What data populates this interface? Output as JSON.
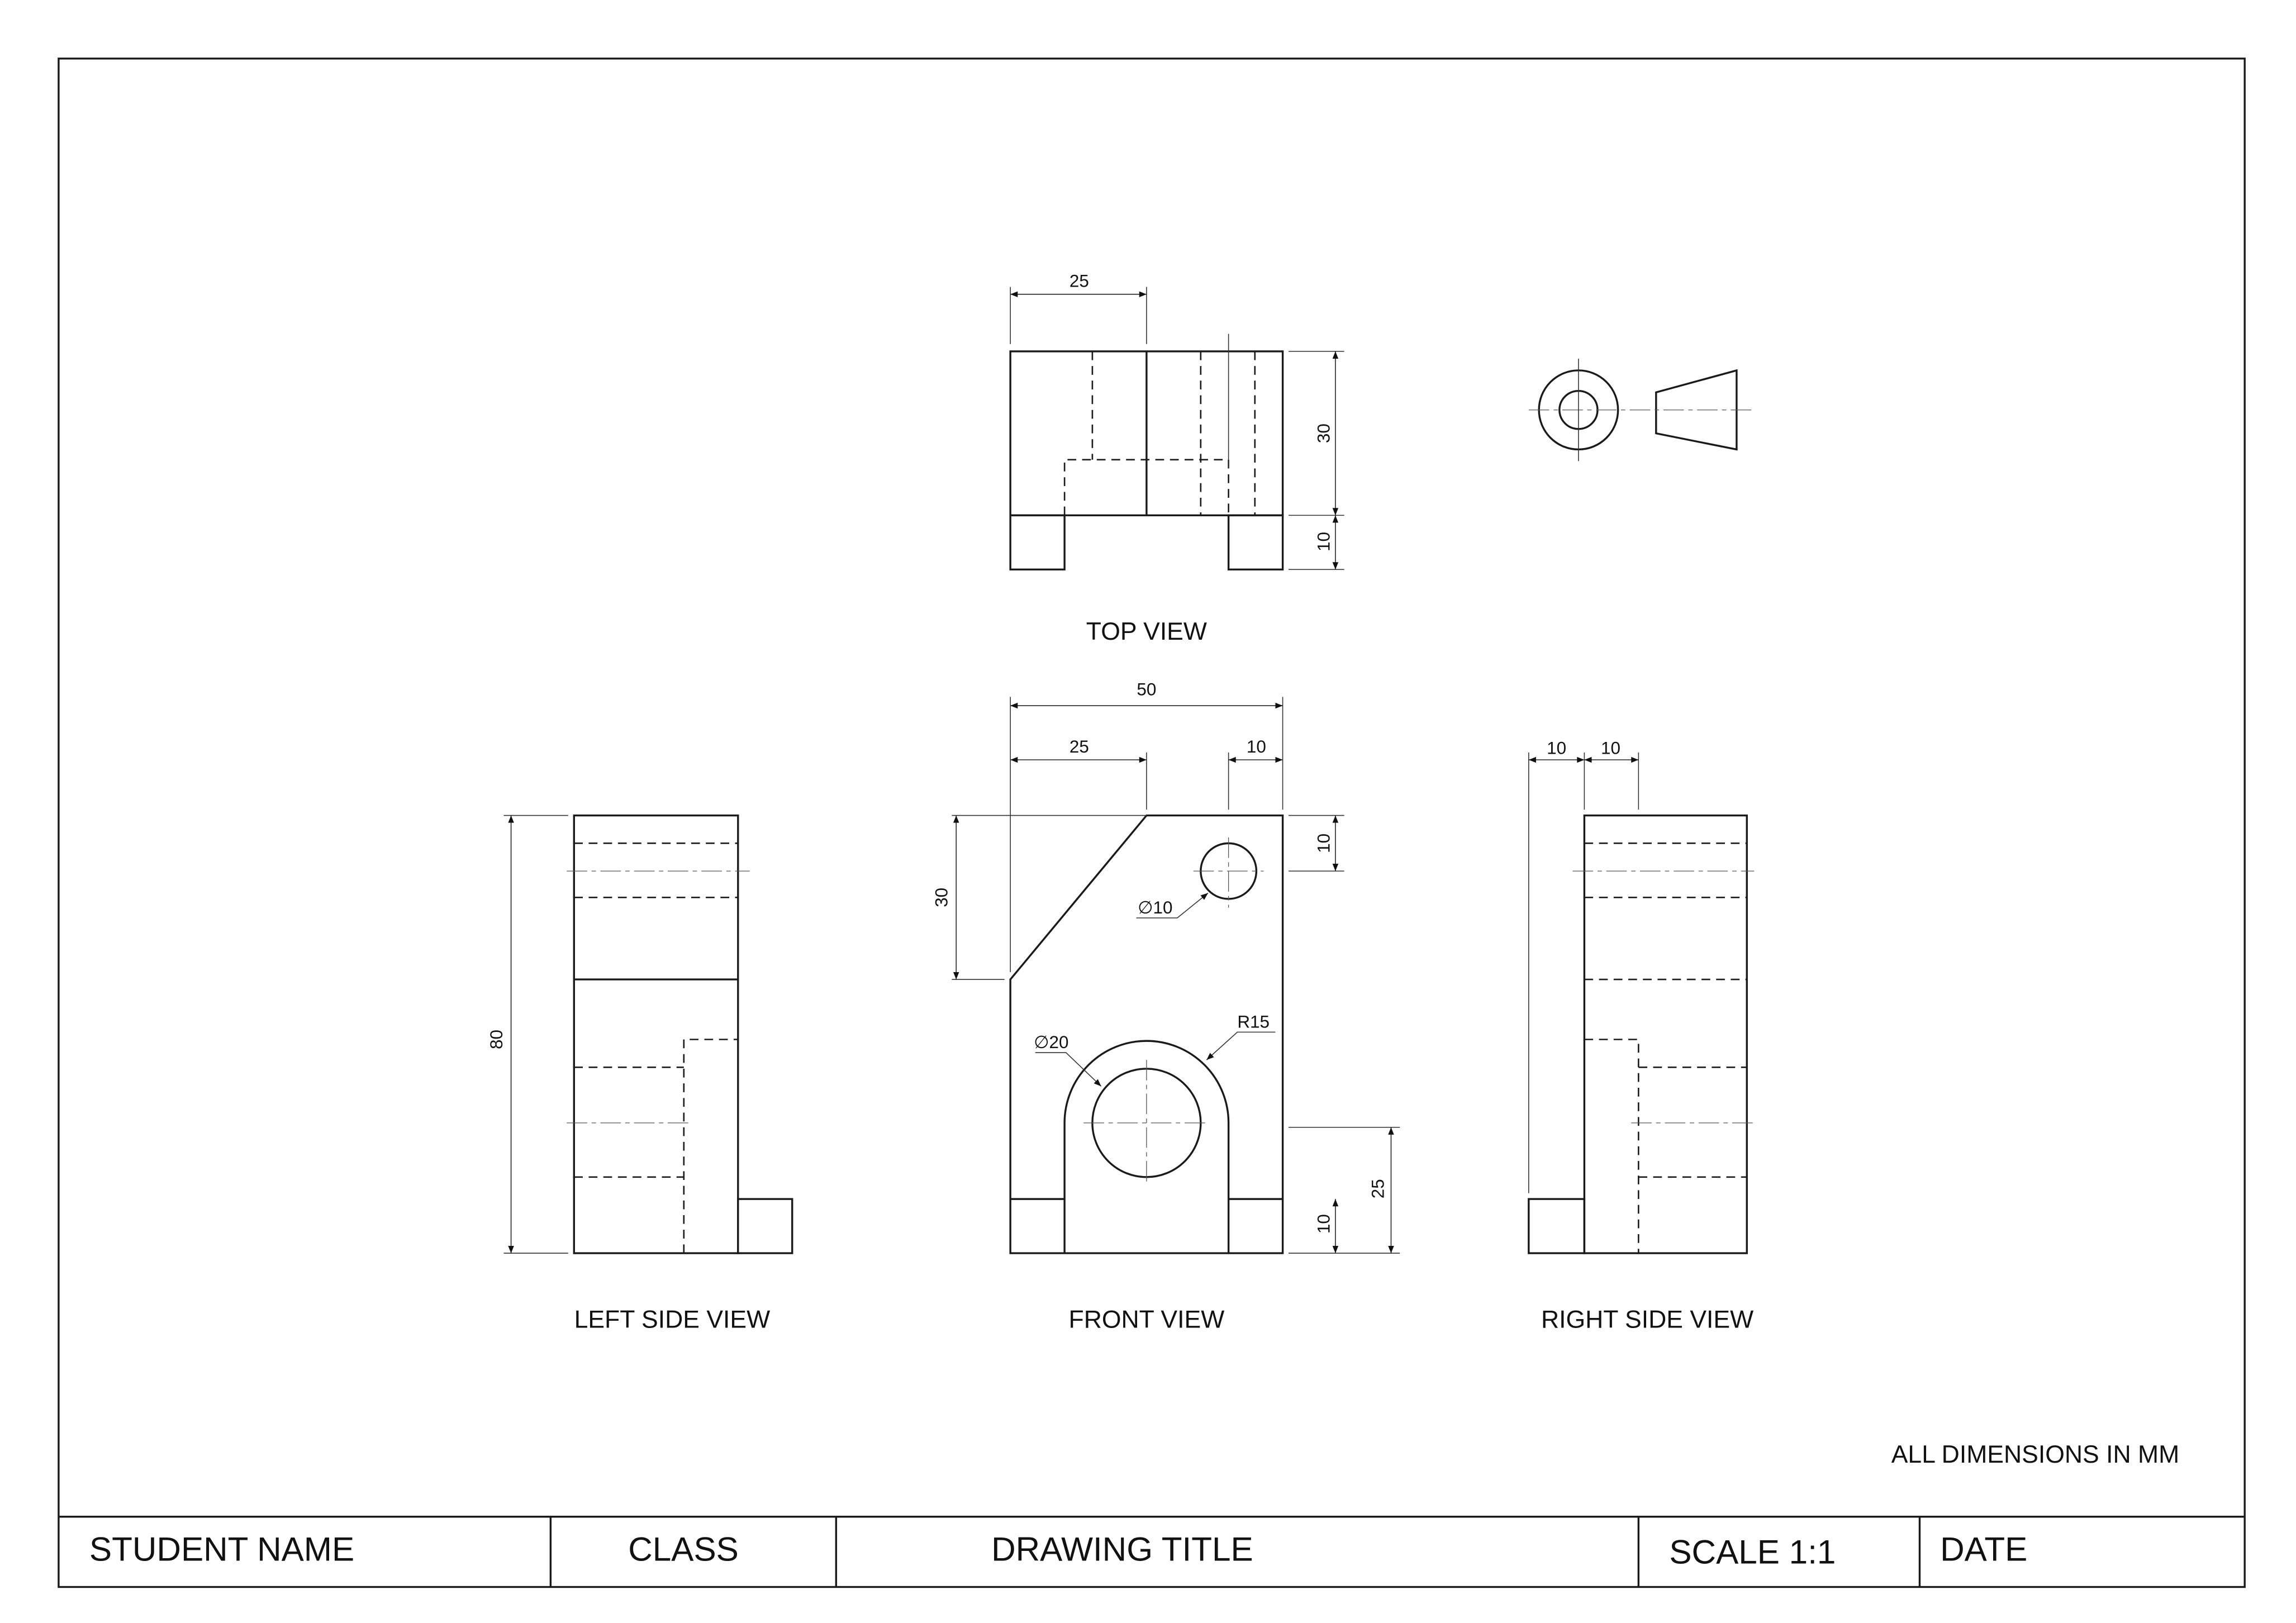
{
  "views": {
    "top": {
      "label": "TOP VIEW",
      "dims": {
        "width": "25",
        "depth": "30",
        "foot": "10"
      }
    },
    "front": {
      "label": "FRONT VIEW",
      "dims": {
        "overall": "50",
        "chamfer_w": "25",
        "hole_offset": "10",
        "chamfer_h": "30",
        "hole_top": "10",
        "small_hole": "∅10",
        "big_hole": "∅20",
        "radius": "R15",
        "center_h": "25",
        "base": "10"
      }
    },
    "left": {
      "label": "LEFT SIDE VIEW",
      "dims": {
        "height": "80"
      }
    },
    "right": {
      "label": "RIGHT SIDE VIEW",
      "dims": {
        "a": "10",
        "b": "10"
      }
    }
  },
  "note": "ALL DIMENSIONS IN MM",
  "title_block": {
    "student_name": "STUDENT NAME",
    "class": "CLASS",
    "drawing_title": "DRAWING TITLE",
    "scale": "SCALE 1:1",
    "date": "DATE"
  }
}
